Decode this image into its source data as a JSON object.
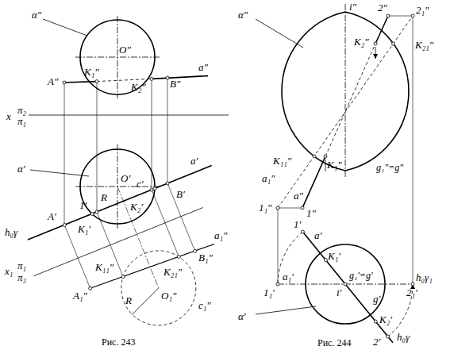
{
  "diagram": {
    "labels": [
      "α″",
      "O″",
      "A″",
      "K₁″",
      "K₂″",
      "B″",
      "a″",
      "x",
      "π₂",
      "π₁",
      "α′",
      "O′",
      "B′",
      "a′",
      "c′",
      "K₂′",
      "1′",
      "R",
      "K₁′",
      "h₀γ",
      "A′",
      "x₁",
      "π₁",
      "π₃",
      "a₁″",
      "B₁″",
      "K₂₁″",
      "K₁₁″",
      "O₁″",
      "R",
      "c₁″",
      "A₁″",
      "Рис. 243",
      "α″",
      "i″",
      "2″",
      "2₁″",
      "K₂″",
      "K₂₁″",
      "K₁₁″",
      "K₁″",
      "a₁″",
      "a″",
      "1₁″",
      "1″",
      "g₁″=g″",
      "1′",
      "a′",
      "K₁′",
      "a₁′",
      "1₁′",
      "i′",
      "g₁′=g′",
      "h₀γ₁",
      "2₁′",
      "g′",
      "K₂′",
      "2′",
      "h₀γ",
      "α′",
      "Рис. 244"
    ]
  }
}
